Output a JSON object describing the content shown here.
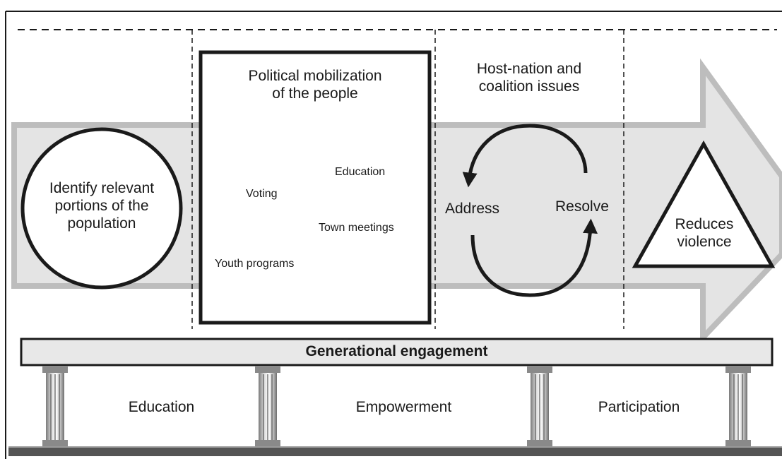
{
  "identify": {
    "line1": "Identify relevant",
    "line2": "portions of the",
    "line3": "population"
  },
  "mobilization": {
    "title_line1": "Political mobilization",
    "title_line2": "of the people",
    "items": [
      "Education",
      "Voting",
      "Town meetings",
      "Youth programs"
    ]
  },
  "host_nation": {
    "title_line1": "Host-nation and",
    "title_line2": "coalition issues",
    "address": "Address",
    "resolve": "Resolve"
  },
  "outcome": {
    "line1": "Reduces",
    "line2": "violence"
  },
  "foundation": {
    "beam_label": "Generational engagement",
    "pillars": [
      "Education",
      "Empowerment",
      "Participation"
    ]
  },
  "colors": {
    "arrow_fill": "#e4e4e4",
    "arrow_stroke": "#bdbdbd",
    "beam_fill": "#e8e8e8",
    "ink": "#1a1a1a"
  }
}
